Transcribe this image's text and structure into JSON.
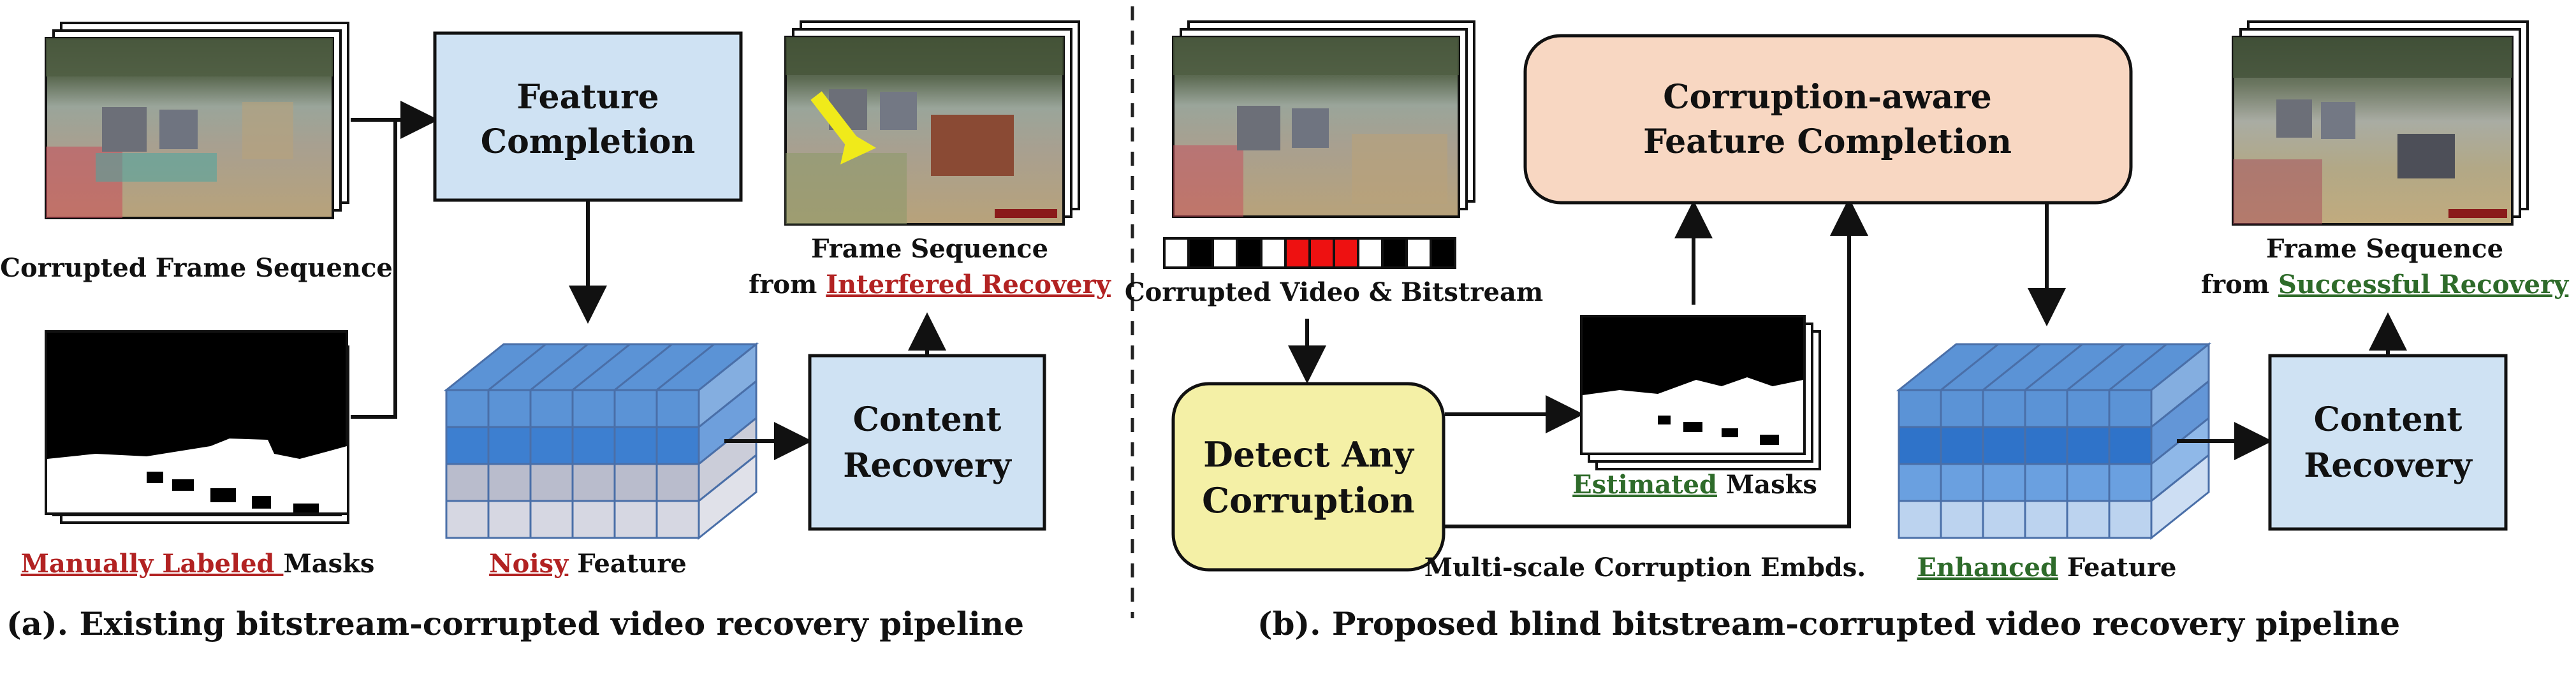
{
  "colors": {
    "feature_box": "#cfe2f3",
    "aware_box": "#f8d7c2",
    "detect_box": "#f4f0a6",
    "noisy_highlight": "#b22222",
    "positive_highlight": "#2e6b2a",
    "arrow": "#111111"
  },
  "left": {
    "corrupted_frame_label": "Corrupted Frame Sequence",
    "feature_completion": [
      "Feature",
      "Completion"
    ],
    "content_recovery": [
      "Content",
      "Recovery"
    ],
    "output_label_line1": "Frame Sequence",
    "output_label_prefix": "from ",
    "output_label_highlight": "Interfered Recovery",
    "masks_highlight": "Manually Labeled ",
    "masks_suffix": "Masks",
    "feature_highlight": "Noisy",
    "feature_suffix": " Feature",
    "caption": "(a). Existing bitstream-corrupted video recovery pipeline"
  },
  "right": {
    "corrupted_video_label": "Corrupted Video & Bitstream",
    "aware_completion": [
      "Corruption-aware",
      "Feature Completion"
    ],
    "detect": [
      "Detect Any",
      "Corruption"
    ],
    "estimated_highlight": "Estimated",
    "estimated_suffix": " Masks",
    "embeddings_label": "Multi-scale Corruption Embds.",
    "enhanced_highlight": "Enhanced",
    "enhanced_suffix": " Feature",
    "content_recovery": [
      "Content",
      "Recovery"
    ],
    "output_label_line1": "Frame Sequence",
    "output_label_prefix": "from ",
    "output_label_highlight": "Successful Recovery",
    "caption": "(b). Proposed blind bitstream-corrupted video recovery pipeline",
    "bitstream_cells": [
      "white",
      "black",
      "white",
      "black",
      "white",
      "red",
      "red",
      "red",
      "white",
      "black",
      "white",
      "black"
    ]
  }
}
